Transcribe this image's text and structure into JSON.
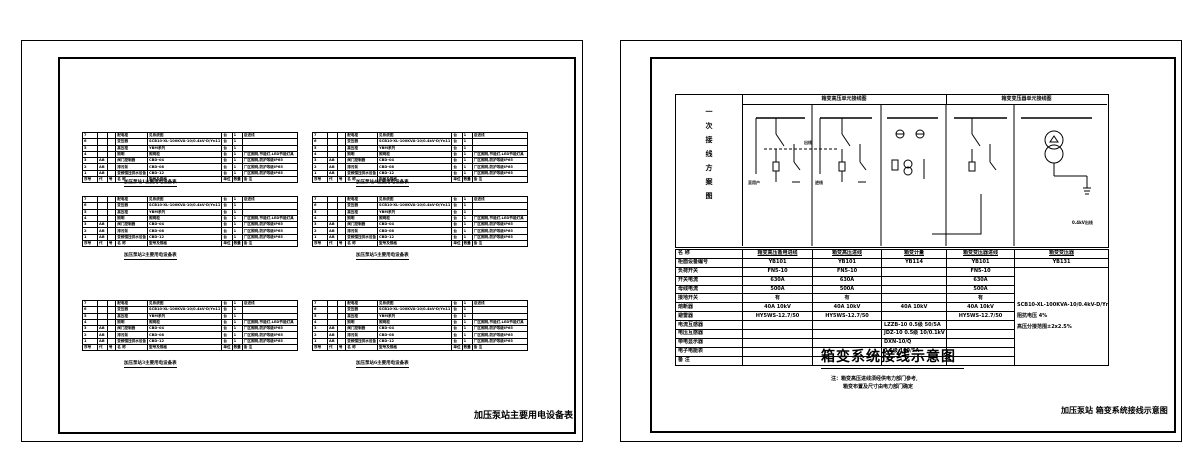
{
  "left_sheet": {
    "title": "加压泵站主要用电设备表",
    "equipment_tables": [
      {
        "caption": "加压泵站1主要用电设备表",
        "rows": [
          [
            "7",
            "",
            "",
            "配电柜",
            "见系统图",
            "台",
            "1",
            "总进线"
          ],
          [
            "6",
            "",
            "",
            "变压器",
            "SCB10-XL-100KVA-10/0.4kV-D/Yn11",
            "台",
            "1",
            ""
          ],
          [
            "5",
            "",
            "",
            "高压柜",
            "YBM系列",
            "台",
            "1",
            ""
          ],
          [
            "4",
            "",
            "",
            "照明",
            "照明柜",
            "台",
            "1",
            "厂区照明,节能灯,LED节能灯具"
          ],
          [
            "3",
            "AB",
            "",
            "阀门控制器",
            "CBD-04",
            "台",
            "1",
            "厂区照明,防护等级IP65"
          ],
          [
            "2",
            "AB",
            "",
            "排污泵",
            "CBD-08",
            "台",
            "1",
            "厂区照明,防护等级IP65"
          ],
          [
            "1",
            "AB",
            "",
            "变频恒压供水设备",
            "CBD-12",
            "台",
            "1",
            "厂区照明,防护等级IP65"
          ],
          [
            "序号",
            "代",
            "号",
            "名 称",
            "型号及规格",
            "单位",
            "数量",
            "备 注"
          ]
        ]
      },
      {
        "caption": "加压泵站4主要用电设备表",
        "rows": [
          [
            "7",
            "",
            "",
            "配电柜",
            "见系统图",
            "台",
            "1",
            "总进线"
          ],
          [
            "6",
            "",
            "",
            "变压器",
            "SCB10-XL-100KVA-10/0.4kV-D/Yn11",
            "台",
            "1",
            ""
          ],
          [
            "5",
            "",
            "",
            "高压柜",
            "YBM系列",
            "台",
            "1",
            ""
          ],
          [
            "4",
            "",
            "",
            "照明",
            "照明柜",
            "台",
            "1",
            "厂区照明,节能灯,LED节能灯具"
          ],
          [
            "3",
            "AB",
            "",
            "阀门控制器",
            "CBD-04",
            "台",
            "1",
            "厂区照明,防护等级IP65"
          ],
          [
            "2",
            "AB",
            "",
            "排污泵",
            "CBD-08",
            "台",
            "1",
            "厂区照明,防护等级IP65"
          ],
          [
            "1",
            "AB",
            "",
            "变频恒压供水设备",
            "CBD-12",
            "台",
            "1",
            "厂区照明,防护等级IP65"
          ],
          [
            "序号",
            "代",
            "号",
            "名 称",
            "型号及规格",
            "单位",
            "数量",
            "备 注"
          ]
        ]
      },
      {
        "caption": "加压泵站2主要用电设备表",
        "rows": [
          [
            "7",
            "",
            "",
            "配电柜",
            "见系统图",
            "台",
            "1",
            "总进线"
          ],
          [
            "6",
            "",
            "",
            "变压器",
            "SCB10-XL-100KVA-10/0.4kV-D/Yn11",
            "台",
            "1",
            ""
          ],
          [
            "5",
            "",
            "",
            "高压柜",
            "YBM系列",
            "台",
            "1",
            ""
          ],
          [
            "4",
            "",
            "",
            "照明",
            "照明柜",
            "台",
            "1",
            "厂区照明,节能灯,LED节能灯具"
          ],
          [
            "3",
            "AB",
            "",
            "阀门控制器",
            "CBD-04",
            "台",
            "1",
            "厂区照明,防护等级IP65"
          ],
          [
            "2",
            "AB",
            "",
            "排污泵",
            "CBD-08",
            "台",
            "1",
            "厂区照明,防护等级IP65"
          ],
          [
            "1",
            "AB",
            "",
            "变频恒压供水设备",
            "CBD-12",
            "台",
            "1",
            "厂区照明,防护等级IP65"
          ],
          [
            "序号",
            "代",
            "号",
            "名 称",
            "型号及规格",
            "单位",
            "数量",
            "备 注"
          ]
        ]
      },
      {
        "caption": "加压泵站5主要用电设备表",
        "rows": [
          [
            "7",
            "",
            "",
            "配电柜",
            "见系统图",
            "台",
            "1",
            "总进线"
          ],
          [
            "6",
            "",
            "",
            "变压器",
            "SCB10-XL-100KVA-10/0.4kV-D/Yn11",
            "台",
            "1",
            ""
          ],
          [
            "5",
            "",
            "",
            "高压柜",
            "YBM系列",
            "台",
            "1",
            ""
          ],
          [
            "4",
            "",
            "",
            "照明",
            "照明柜",
            "台",
            "1",
            "厂区照明,节能灯,LED节能灯具"
          ],
          [
            "3",
            "AB",
            "",
            "阀门控制器",
            "CBD-04",
            "台",
            "1",
            "厂区照明,防护等级IP65"
          ],
          [
            "2",
            "AB",
            "",
            "排污泵",
            "CBD-08",
            "台",
            "1",
            "厂区照明,防护等级IP65"
          ],
          [
            "1",
            "AB",
            "",
            "变频恒压供水设备",
            "CBD-12",
            "台",
            "1",
            "厂区照明,防护等级IP65"
          ],
          [
            "序号",
            "代",
            "号",
            "名 称",
            "型号及规格",
            "单位",
            "数量",
            "备 注"
          ]
        ]
      },
      {
        "caption": "加压泵站3主要用电设备表",
        "rows": [
          [
            "7",
            "",
            "",
            "配电柜",
            "见系统图",
            "台",
            "1",
            "总进线"
          ],
          [
            "6",
            "",
            "",
            "变压器",
            "SCB10-XL-100KVA-10/0.4kV-D/Yn11",
            "台",
            "1",
            ""
          ],
          [
            "5",
            "",
            "",
            "高压柜",
            "YBM系列",
            "台",
            "1",
            ""
          ],
          [
            "4",
            "",
            "",
            "照明",
            "照明柜",
            "台",
            "1",
            "厂区照明,节能灯,LED节能灯具"
          ],
          [
            "3",
            "AB",
            "",
            "阀门控制器",
            "CBD-04",
            "台",
            "1",
            "厂区照明,防护等级IP65"
          ],
          [
            "2",
            "AB",
            "",
            "排污泵",
            "CBD-08",
            "台",
            "1",
            "厂区照明,防护等级IP65"
          ],
          [
            "1",
            "AB",
            "",
            "变频恒压供水设备",
            "CBD-12",
            "台",
            "1",
            "厂区照明,防护等级IP65"
          ],
          [
            "序号",
            "代",
            "号",
            "名 称",
            "型号及规格",
            "单位",
            "数量",
            "备 注"
          ]
        ]
      },
      {
        "caption": "加压泵站6主要用电设备表",
        "rows": [
          [
            "7",
            "",
            "",
            "配电柜",
            "见系统图",
            "台",
            "1",
            "总进线"
          ],
          [
            "6",
            "",
            "",
            "变压器",
            "SCB10-XL-100KVA-10/0.4kV-D/Yn11",
            "台",
            "1",
            ""
          ],
          [
            "5",
            "",
            "",
            "高压柜",
            "YBM系列",
            "台",
            "1",
            ""
          ],
          [
            "4",
            "",
            "",
            "照明",
            "照明柜",
            "台",
            "1",
            "厂区照明,节能灯,LED节能灯具"
          ],
          [
            "3",
            "AB",
            "",
            "阀门控制器",
            "CBD-04",
            "台",
            "1",
            "厂区照明,防护等级IP65"
          ],
          [
            "2",
            "AB",
            "",
            "排污泵",
            "CBD-08",
            "台",
            "1",
            "厂区照明,防护等级IP65"
          ],
          [
            "1",
            "AB",
            "",
            "变频恒压供水设备",
            "CBD-12",
            "台",
            "1",
            "厂区照明,防护等级IP65"
          ],
          [
            "序号",
            "代",
            "号",
            "名 称",
            "型号及规格",
            "单位",
            "数量",
            "备 注"
          ]
        ]
      }
    ]
  },
  "right_sheet": {
    "title_block": "加压泵站 箱变系统接线示意图",
    "diagram_title": "箱变系统接线示意图",
    "notes": [
      "注：箱变高压进线须经供电力部门参考,",
      "箱变布置及尺寸由电力部门确定"
    ],
    "scheme_label": "一次接线方案图",
    "section_headers": {
      "hv": "箱变高压单元接线图",
      "lv": "箱变变压器单元接线图"
    },
    "diagram_labels": {
      "to_factory": "至用户",
      "incoming": "进线",
      "outgoing": "出线",
      "lv_out": "0.4kV出线"
    },
    "table": {
      "row_labels": [
        "名 称",
        "柜面设备编号",
        "负荷开关",
        "开关电流",
        "母线电流",
        "接地开关",
        "熔断器",
        "避雷器",
        "电流互感器",
        "电压互感器",
        "带电显示器",
        "电子电能表",
        "备 注"
      ],
      "columns": [
        {
          "header": "箱变高压备用进线",
          "cells": [
            "YB101",
            "FN5-10",
            "630A",
            "500A",
            "有",
            "40A 10kV",
            "HY5WS-12.7/50",
            "",
            "",
            "",
            "",
            ""
          ]
        },
        {
          "header": "箱变高压进线",
          "cells": [
            "YB101",
            "FN5-10",
            "630A",
            "500A",
            "有",
            "40A 10kV",
            "HY5WS-12.7/50",
            "",
            "",
            "",
            "",
            ""
          ]
        },
        {
          "header": "箱变计量",
          "cells": [
            "YB114",
            "",
            "",
            "",
            "",
            "40A 10kV",
            "",
            "LZZB-10 0.5级 50/5A",
            "JDZ-10 0.5级 10/0.1kV",
            "DXN-10/Q",
            "0.5级 100/5A",
            ""
          ]
        },
        {
          "header": "箱变变压器进线",
          "cells": [
            "YB101",
            "FN5-10",
            "630A",
            "500A",
            "有",
            "40A 10kV",
            "HY5WS-12.7/50",
            "",
            "",
            "",
            "",
            ""
          ]
        },
        {
          "header": "箱变变压器",
          "cells": [
            "YB131",
            "",
            "",
            "",
            "",
            "",
            "",
            "",
            "",
            "",
            "",
            ""
          ]
        }
      ],
      "transformer_notes": [
        "SCB10-XL-100KVA-10/0.4kV-D/Yn11",
        "阻抗电压 4%",
        "高压分接范围±2x2.5%"
      ]
    }
  }
}
